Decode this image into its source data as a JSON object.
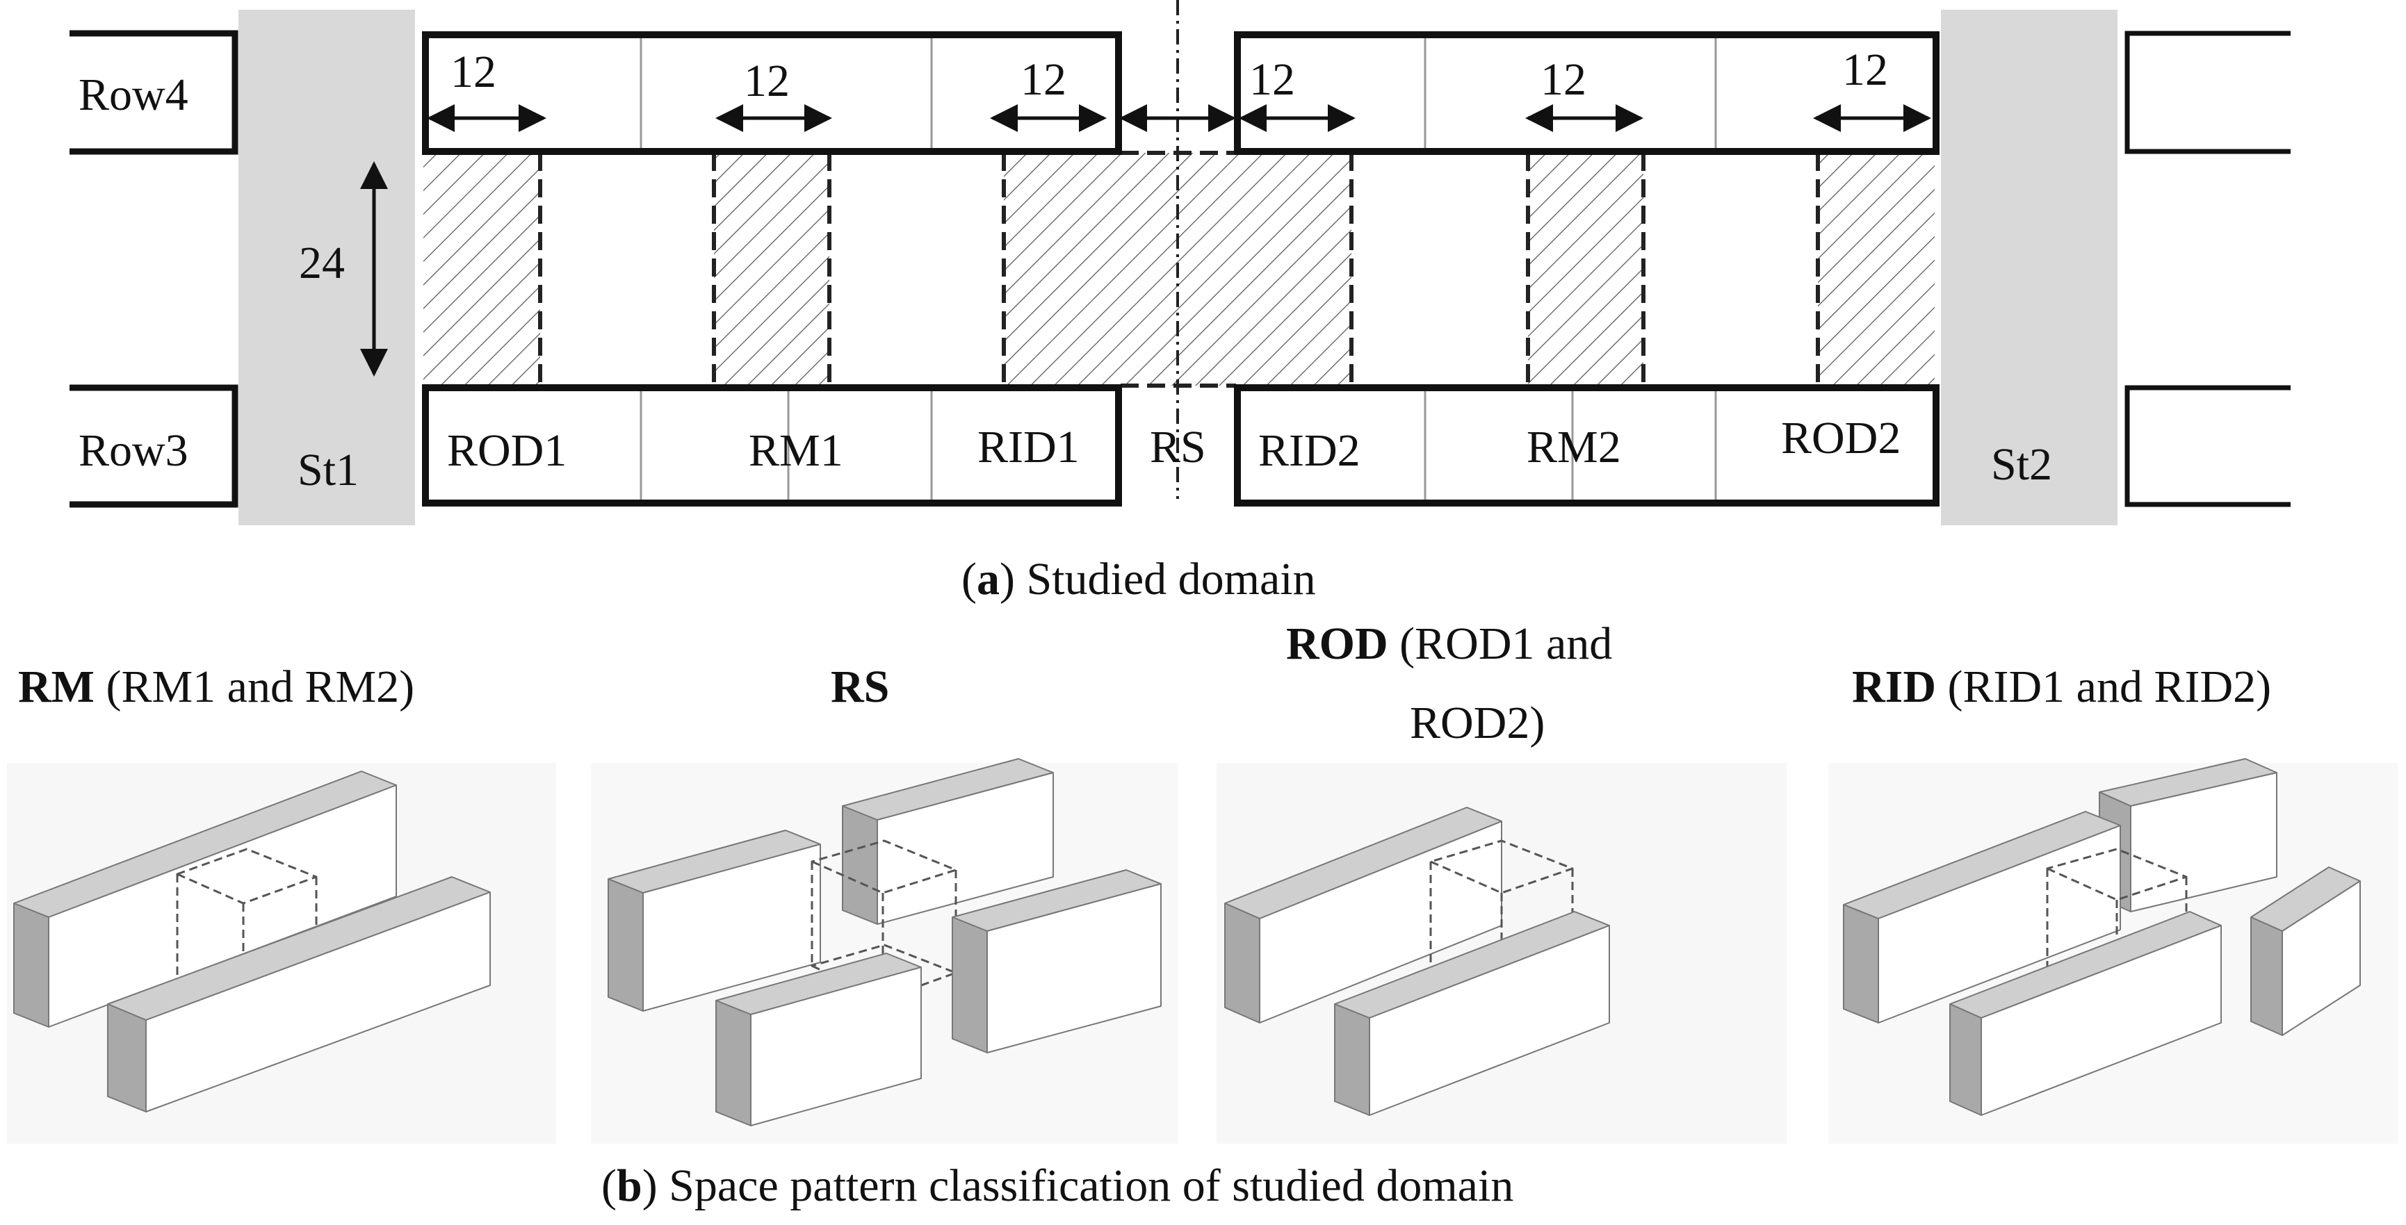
{
  "part_a": {
    "caption": {
      "letter": "a",
      "text": ") Studied domain",
      "open": "("
    },
    "rows": {
      "top": "Row4",
      "bottom": "Row3"
    },
    "streets": {
      "left": "St1",
      "right": "St2"
    },
    "dimensions": {
      "depth": "12",
      "street_width": "24"
    },
    "zones": [
      "ROD1",
      "RM1",
      "RID1",
      "RS",
      "RID2",
      "RM2",
      "ROD2"
    ]
  },
  "part_b": {
    "caption": {
      "letter": "b",
      "text": ") Space pattern classification of studied domain",
      "open": "("
    },
    "panels": [
      {
        "bold": "RM",
        "rest": " (RM1 and RM2)",
        "line2": ""
      },
      {
        "bold": "RS",
        "rest": "",
        "line2": ""
      },
      {
        "bold": "ROD",
        "rest": " (ROD1 and",
        "line2": "ROD2)"
      },
      {
        "bold": "RID",
        "rest": " (RID1 and RID2)",
        "line2": ""
      }
    ]
  },
  "colors": {
    "street_fill": "#d9d9d9",
    "block_top": "#cfcfcf",
    "block_side": "#a9a9a9",
    "hatch": "#555555"
  }
}
